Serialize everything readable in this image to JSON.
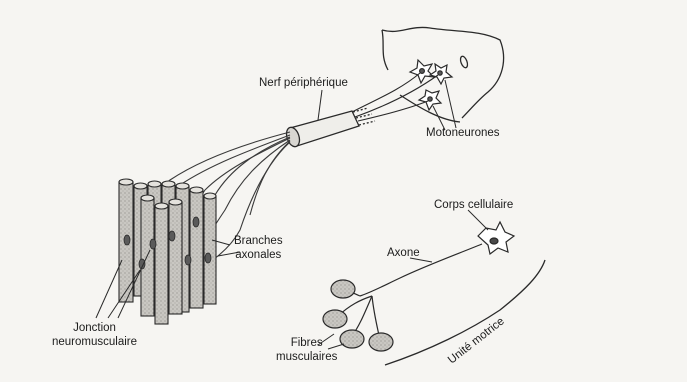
{
  "labels": {
    "nerf_peripherique": "Nerf périphérique",
    "motoneurones": "Motoneurones",
    "corps_cellulaire": "Corps cellulaire",
    "axone": "Axone",
    "branches_axonales_1": "Branches",
    "branches_axonales_2": "axonales",
    "jonction_1": "Jonction",
    "jonction_2": "neuromusculaire",
    "fibres_1": "Fibres",
    "fibres_2": "musculaires",
    "unite_motrice": "Unité motrice"
  },
  "colors": {
    "ink": "#2a2a2a",
    "fiber_fill": "#bdbbb6",
    "muscle_dot": "#5a5a5a"
  }
}
